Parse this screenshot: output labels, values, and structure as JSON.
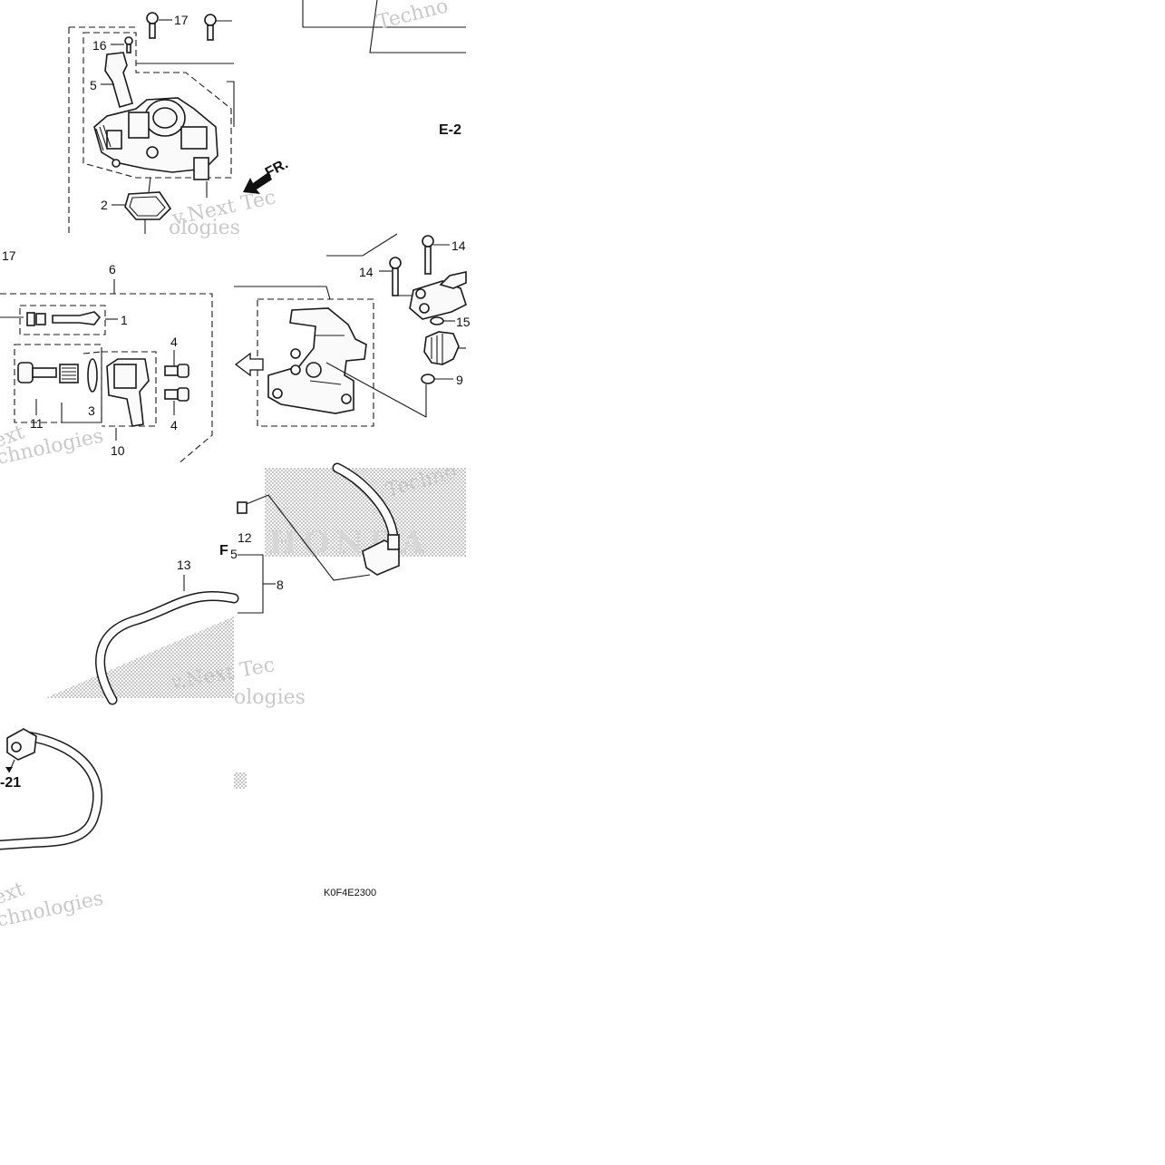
{
  "diagram": {
    "drawing_code": "K0F4E2300",
    "callouts": {
      "c17a": "17",
      "c16": "16",
      "c5": "5",
      "c2": "2",
      "c17b": "17",
      "c6": "6",
      "c1": "1",
      "c4a": "4",
      "c4b": "4",
      "c3": "3",
      "c11": "11",
      "c10": "10",
      "c14a": "14",
      "c14b": "14",
      "c15": "15",
      "c9": "9",
      "c12": "12",
      "c13": "13",
      "c8": "8",
      "c5b": "5"
    },
    "refs": {
      "e2": "E-2",
      "e21": "-21",
      "f": "F"
    },
    "direction": "FR.",
    "brand_mark": "HONDA",
    "watermarks": [
      "Techno",
      "v.Next Tec",
      "ologies",
      "Techno",
      "v.Next Tec",
      "ologies",
      "ext",
      "chnologies",
      "ext",
      "chnologies"
    ]
  }
}
